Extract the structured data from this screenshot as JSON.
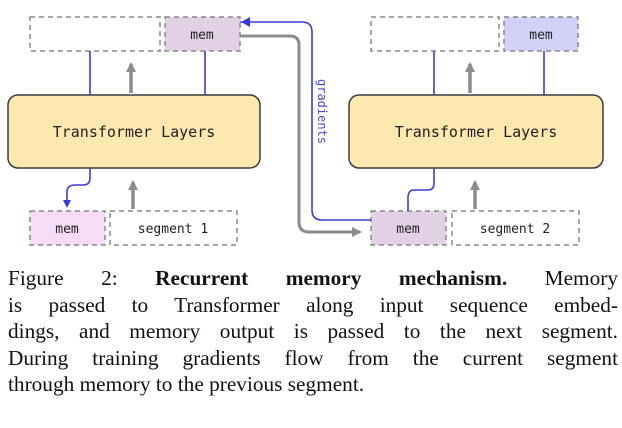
{
  "diagram": {
    "left": {
      "mem_out": "mem",
      "transformer": "Transformer Layers",
      "mem_in": "mem",
      "segment": "segment 1"
    },
    "right": {
      "mem_out": "mem",
      "transformer": "Transformer Layers",
      "mem_in": "mem",
      "segment": "segment 2"
    },
    "gradients_label": "gradients"
  },
  "caption": {
    "label": "Figure 2:",
    "title": "Recurrent memory mechanism.",
    "line1_rest": "Memory",
    "line2": "is passed to Transformer along input sequence embed-",
    "line3": "dings, and memory output is passed to the next segment.",
    "line4": "During training gradients flow from the current segment",
    "line5": "through memory to the previous segment."
  },
  "colors": {
    "transformer_fill": "#fde8b0",
    "transformer_stroke": "#3a3a3a",
    "mem_left_out_fill": "#e2d0e4",
    "mem_left_in_fill": "#f6dcf6",
    "mem_right_out_fill": "#d2d2f8",
    "mem_right_in_fill": "#e2d0e4",
    "blue_arrow": "#3b3bdc",
    "grey_arrow": "#8c8c8c"
  }
}
